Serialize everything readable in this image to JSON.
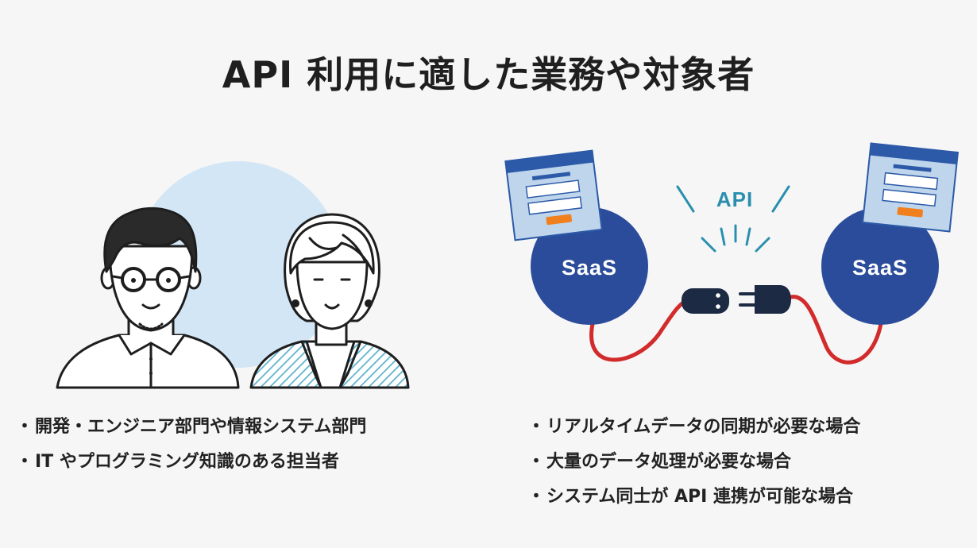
{
  "title": "API 利用に適した業務や対象者",
  "left": {
    "bullet": "・",
    "items": [
      "開発・エンジニア部門や情報システム部門",
      "IT やプログラミング知識のある担当者"
    ]
  },
  "right": {
    "bullet": "・",
    "items": [
      "リアルタイムデータの同期が必要な場合",
      "大量のデータ処理が必要な場合",
      "システム同士が API 連携が可能な場合"
    ]
  },
  "diagram": {
    "saas_left": "SaaS",
    "saas_right": "SaaS",
    "api_label": "API"
  },
  "colors": {
    "navy": "#2b4c9b",
    "dark_navy": "#1c2a44",
    "cable_red": "#d22b2b",
    "window_blue": "#2c5aa8",
    "window_body": "#bfd5ec",
    "accent_orange": "#f07f1e",
    "spark_teal": "#2a8fae",
    "backdrop_circle": "#d3e6f5"
  }
}
